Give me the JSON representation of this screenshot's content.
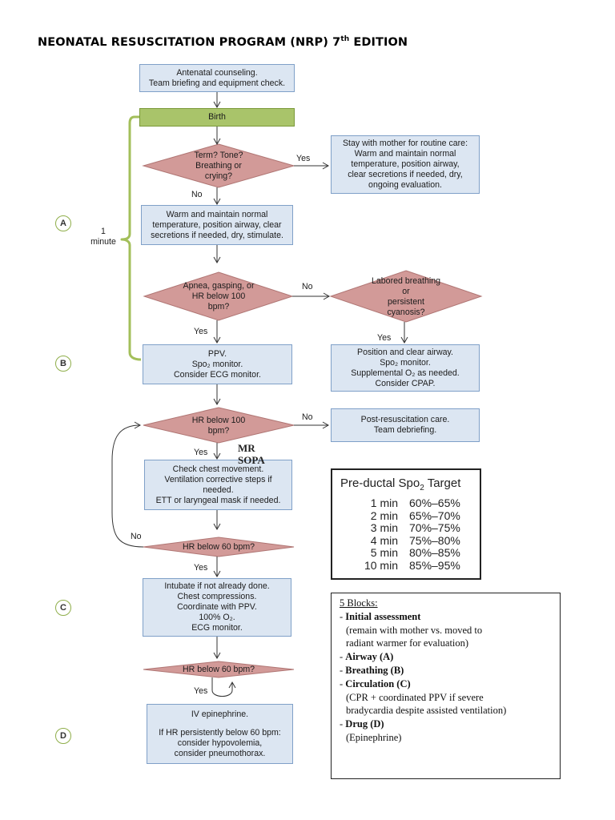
{
  "title": {
    "main": "NEONATAL RESUSCITATION PROGRAM (NRP) 7",
    "sup": "th",
    "tail": " EDITION"
  },
  "flow": {
    "antenatal": [
      "Antenatal counseling.",
      "Team briefing and equipment check."
    ],
    "birth": "Birth",
    "d1": [
      "Term? Tone?",
      "Breathing or",
      "crying?"
    ],
    "routine": [
      "Stay with mother for routine care:",
      "Warm and maintain normal",
      "temperature, position airway,",
      "clear secretions if needed, dry,",
      "ongoing evaluation."
    ],
    "warm": [
      "Warm and maintain normal",
      "temperature, position airway, clear",
      "secretions if needed, dry, stimulate."
    ],
    "d2": [
      "Apnea, gasping, or",
      "HR below 100",
      "bpm?"
    ],
    "d_labored": [
      "Labored breathing",
      "or",
      "persistent",
      "cyanosis?"
    ],
    "ppv": [
      "PPV.",
      "Spo₂ monitor.",
      "Consider ECG monitor."
    ],
    "position": [
      "Position and clear airway.",
      "Spo₂ monitor.",
      "Supplemental O₂ as needed.",
      "Consider CPAP."
    ],
    "d3": [
      "HR below 100",
      "bpm?"
    ],
    "post": [
      "Post-resuscitation care.",
      "Team debriefing."
    ],
    "check": [
      "Check chest movement.",
      "Ventilation corrective steps if",
      "needed.",
      "ETT or laryngeal mask if needed."
    ],
    "d4": "HR below 60 bpm?",
    "intubate": [
      "Intubate if not already done.",
      "Chest compressions.",
      "Coordinate with PPV.",
      "100% O₂.",
      "ECG monitor."
    ],
    "d5": "HR below 60 bpm?",
    "epi": [
      "IV epinephrine.",
      "",
      "If HR persistently below 60 bpm:",
      "consider hypovolemia,",
      "consider pneumothorax."
    ]
  },
  "labels": {
    "yes": "Yes",
    "no": "No",
    "one_minute": [
      "1",
      "minute"
    ]
  },
  "steps": [
    "A",
    "B",
    "C",
    "D"
  ],
  "mr_sopa": [
    "MR",
    "SOPA"
  ],
  "spo2_target": {
    "title": "Pre-ductal Spo",
    "title_sub": "2",
    "title_tail": " Target",
    "rows": [
      {
        "time": "1 min",
        "range": "60%–65%"
      },
      {
        "time": "2 min",
        "range": "65%–70%"
      },
      {
        "time": "3 min",
        "range": "70%–75%"
      },
      {
        "time": "4 min",
        "range": "75%–80%"
      },
      {
        "time": "5 min",
        "range": "80%–85%"
      },
      {
        "time": "10 min",
        "range": "85%–95%"
      }
    ]
  },
  "blocks": {
    "heading": "5 Blocks:",
    "items": [
      {
        "bullet": "- ",
        "name": "Initial assessment",
        "notes": [
          "(remain with mother vs. moved to",
          "radiant warmer for evaluation)"
        ]
      },
      {
        "bullet": "- ",
        "name": "Airway (A)",
        "notes": []
      },
      {
        "bullet": "- ",
        "name": "Breathing (B)",
        "notes": []
      },
      {
        "bullet": "- ",
        "name": "Circulation (C)",
        "notes": [
          "(CPR + coordinated PPV if severe",
          "bradycardia despite assisted ventilation)"
        ]
      },
      {
        "bullet": "- ",
        "name": "Drug (D)",
        "notes": [
          "(Epinephrine)"
        ]
      }
    ]
  },
  "colors": {
    "box": "#dce6f2",
    "box_border": "#7fa0c8",
    "birth": "#a9c46a",
    "decision": "#d29a98",
    "decision_border": "#b07674",
    "bracket": "#a3bf5a"
  }
}
